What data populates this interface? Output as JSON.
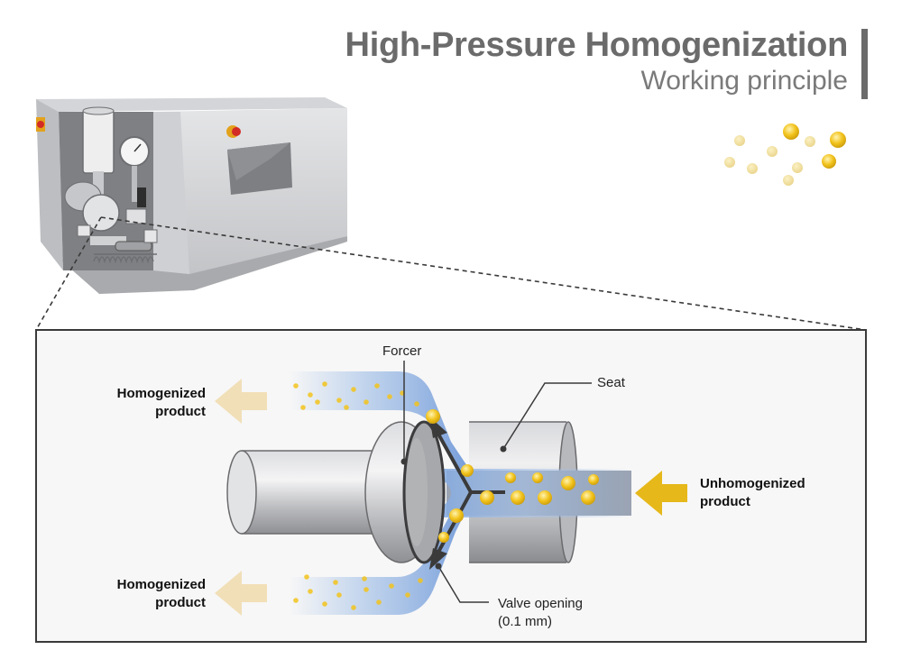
{
  "header": {
    "title": "High-Pressure Homogenization",
    "subtitle": "Working principle"
  },
  "labels": {
    "forcer": "Forcer",
    "seat": "Seat",
    "valve_opening_line1": "Valve opening",
    "valve_opening_line2": "(0.1 mm)",
    "homogenized_top_line1": "Homogenized",
    "homogenized_top_line2": "product",
    "homogenized_bottom_line1": "Homogenized",
    "homogenized_bottom_line2": "product",
    "unhomogenized_line1": "Unhomogenized",
    "unhomogenized_line2": "product"
  },
  "colors": {
    "title": "#6b6b6b",
    "flow_blue": "#8fb3e3",
    "droplet_yellow": "#f2c31c",
    "arrow_light": "#f1dfb8",
    "arrow_gold": "#e6b81a",
    "metal": "#c9cacd"
  },
  "icons": [
    "homogenizer-machine-icon",
    "droplets-icon",
    "valve-cross-section-icon"
  ]
}
